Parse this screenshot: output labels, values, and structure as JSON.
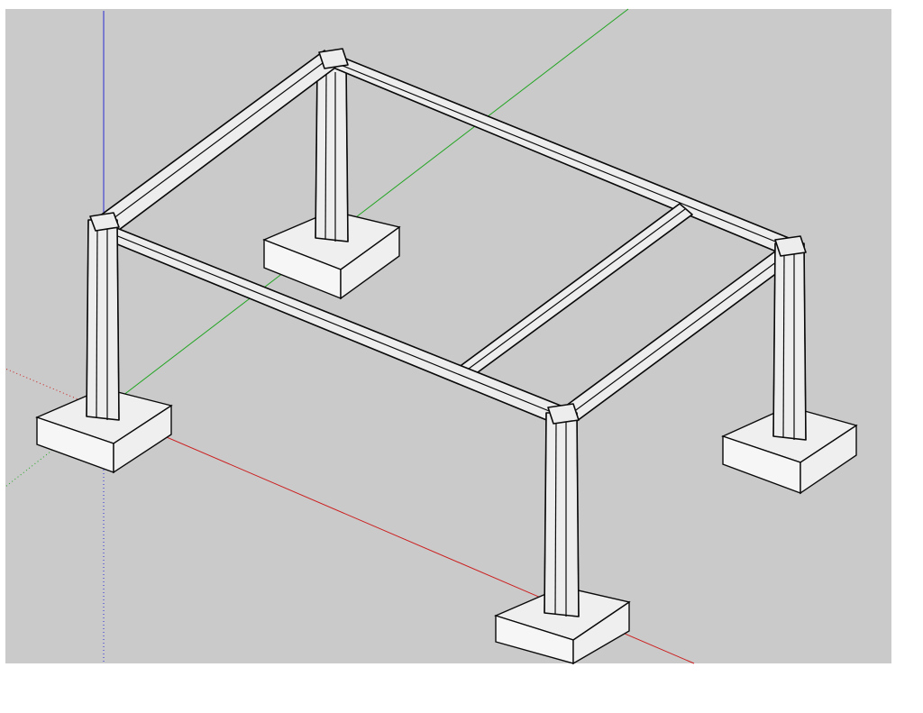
{
  "app": {
    "view": "3d-modeling-viewport"
  },
  "viewport": {
    "background_color": "#cacaca",
    "page_color": "#ffffff",
    "axes": {
      "red": "#cc1e1e",
      "green": "#22a522",
      "blue": "#2a2ad2"
    },
    "model": {
      "columns": 4,
      "footings": 4,
      "beams": 5,
      "steel_color": "#ededed",
      "concrete_top_color": "#efefef",
      "concrete_side_color": "#f6f6f6",
      "edge_color": "#0a0a0a"
    }
  }
}
